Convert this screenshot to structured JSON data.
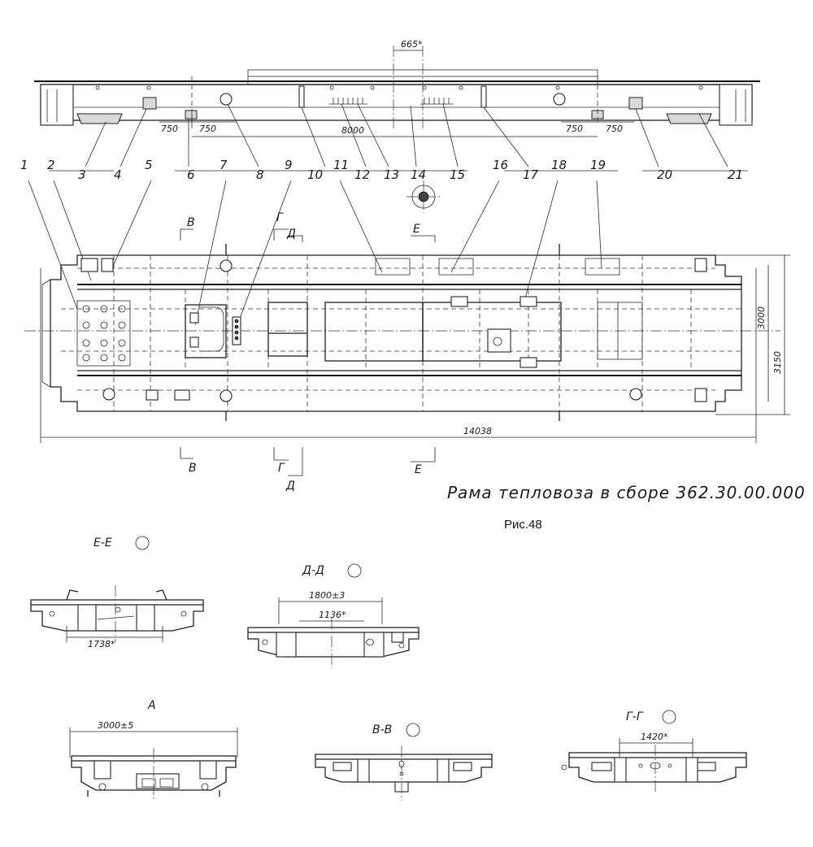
{
  "title": "Рама тепловоза в сборе 362.30.00.000",
  "figure": "Рис.48",
  "callouts": [
    "1",
    "2",
    "3",
    "4",
    "5",
    "6",
    "7",
    "8",
    "9",
    "10",
    "11",
    "12",
    "13",
    "14",
    "15",
    "16",
    "17",
    "18",
    "19",
    "20",
    "21"
  ],
  "dimensions": {
    "center_top": "665*",
    "left_750a": "750",
    "left_750b": "750",
    "span_8000": "8000",
    "right_750a": "750",
    "right_750b": "750",
    "overall_length": "14038",
    "width_3000": "3000",
    "width_3150": "3150",
    "ee_1738": "1738*",
    "dd_1800": "1800±3",
    "dd_1136": "1136*",
    "a_3000": "3000±5",
    "gg_1420": "1420*"
  },
  "section_marks": {
    "V": "В",
    "G": "Г",
    "D": "Д",
    "E": "Е"
  },
  "section_views": {
    "ee": "Е-Е",
    "dd": "Д-Д",
    "a": "А",
    "vv": "В-В",
    "gg": "Г-Г"
  }
}
